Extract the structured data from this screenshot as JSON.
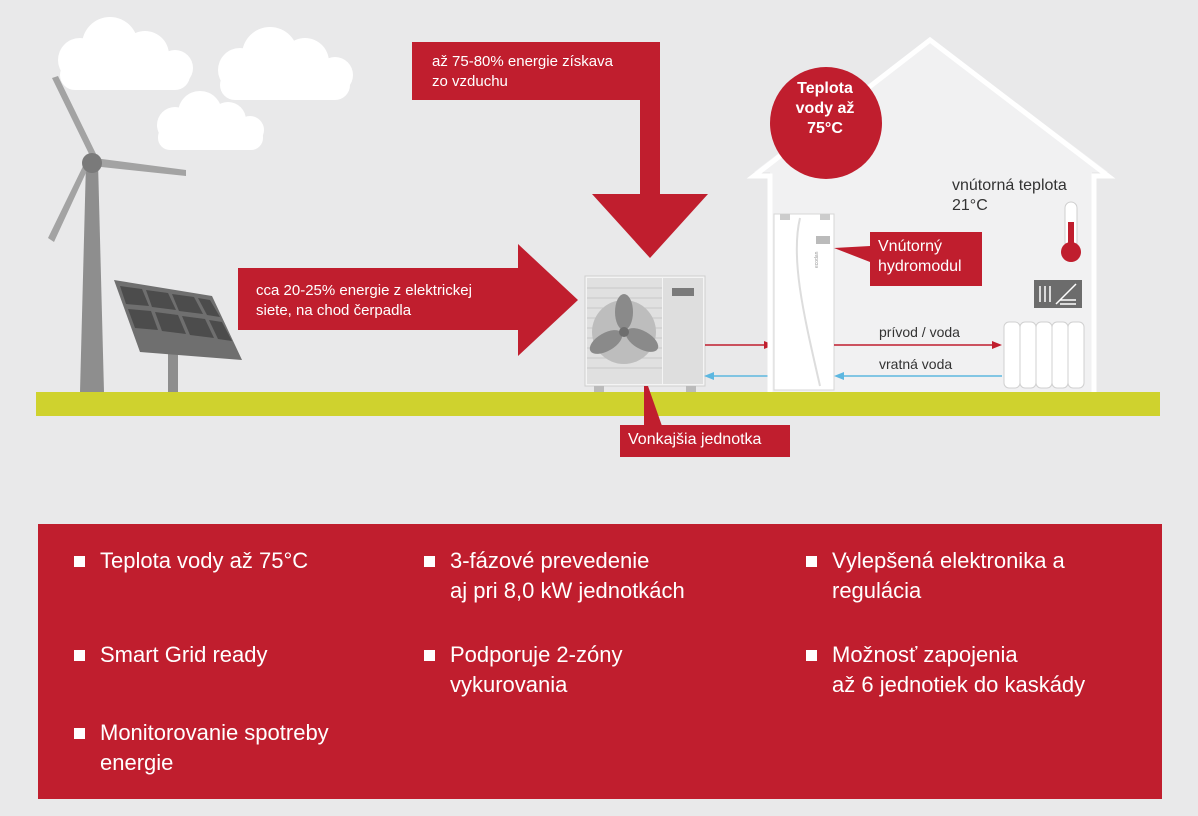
{
  "diagram": {
    "air_energy_label": [
      "až 75-80% energie získava",
      "zo vzduchu"
    ],
    "grid_energy_label": [
      "cca 20-25% energie z elektrickej",
      "siete, na chod čerpadla"
    ],
    "hot_water_badge": [
      "Teplota",
      "vody až",
      "75°C"
    ],
    "indoor_temperature": [
      "vnútorná teplota",
      "21°C"
    ],
    "indoor_unit_tag": [
      "Vnútorný",
      "hydromodul"
    ],
    "outdoor_unit_tag": "Vonkajšia jednotka",
    "supply_label": "prívod / voda",
    "return_label": "vratná voda",
    "brand_text": "ecodan"
  },
  "features": [
    [
      "Teplota vody až 75°C"
    ],
    [
      "3-fázové prevedenie",
      "aj pri 8,0 kW jednotkách"
    ],
    [
      "Vylepšená elektronika a",
      "regulácia"
    ],
    [
      "Smart Grid ready"
    ],
    [
      "Podporuje 2-zóny",
      "vykurovania"
    ],
    [
      "Možnosť zapojenia",
      "až 6 jednotiek do kaskády"
    ],
    [
      "Monitorovanie spotreby",
      "energie"
    ]
  ],
  "colors": {
    "brand_red": "#c01e2e",
    "ground": "#cfd22e",
    "supply_line": "#c01e2e",
    "return_line": "#5db7e0",
    "background": "#e9e9ea"
  },
  "icons": [
    "cloud-icon",
    "wind-turbine-icon",
    "solar-panel-icon",
    "heat-pump-outdoor-unit-icon",
    "indoor-hydromodule-icon",
    "thermometer-icon",
    "radiator-icon",
    "radiator-floor-heating-icon"
  ]
}
